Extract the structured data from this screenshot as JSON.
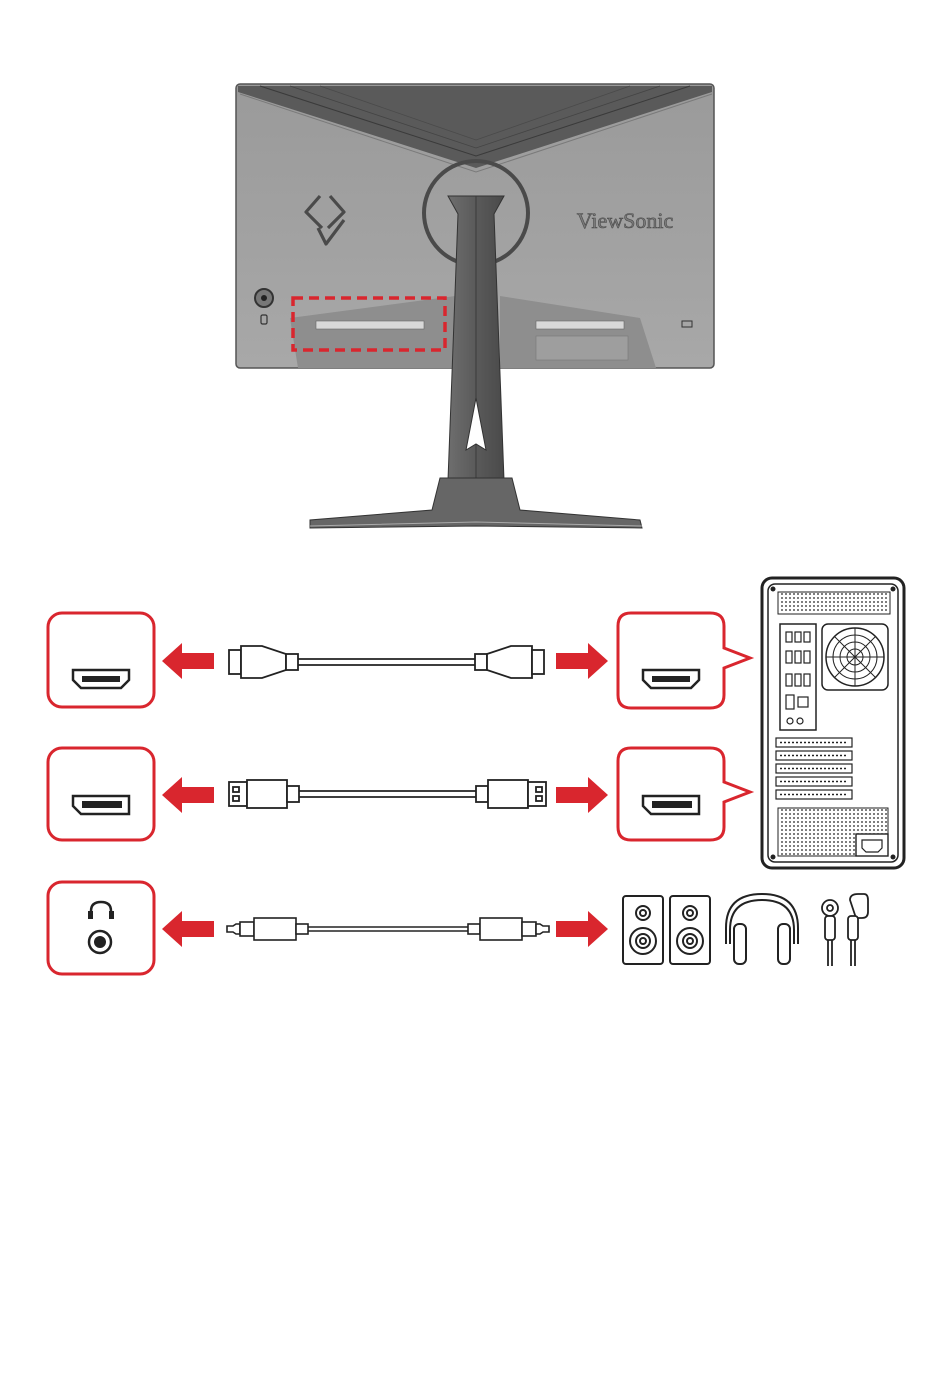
{
  "monitor": {
    "brand_text": "ViewSonic",
    "highlight_color": "#d9262e",
    "body_color": "#a6a6a6",
    "dark_color": "#595959"
  },
  "connections": [
    {
      "type": "HDMI",
      "icon": "hdmi-port-icon",
      "cable": "hdmi-cable-icon",
      "destination": "computer"
    },
    {
      "type": "DisplayPort",
      "icon": "displayport-icon",
      "cable": "displayport-cable-icon",
      "destination": "computer"
    },
    {
      "type": "Audio Out",
      "icon": "headphone-jack-icon",
      "cable": "audio-cable-icon",
      "destination": [
        "speakers",
        "headphones",
        "earphones"
      ]
    }
  ],
  "colors": {
    "accent": "#d9262e",
    "outline": "#333333"
  }
}
